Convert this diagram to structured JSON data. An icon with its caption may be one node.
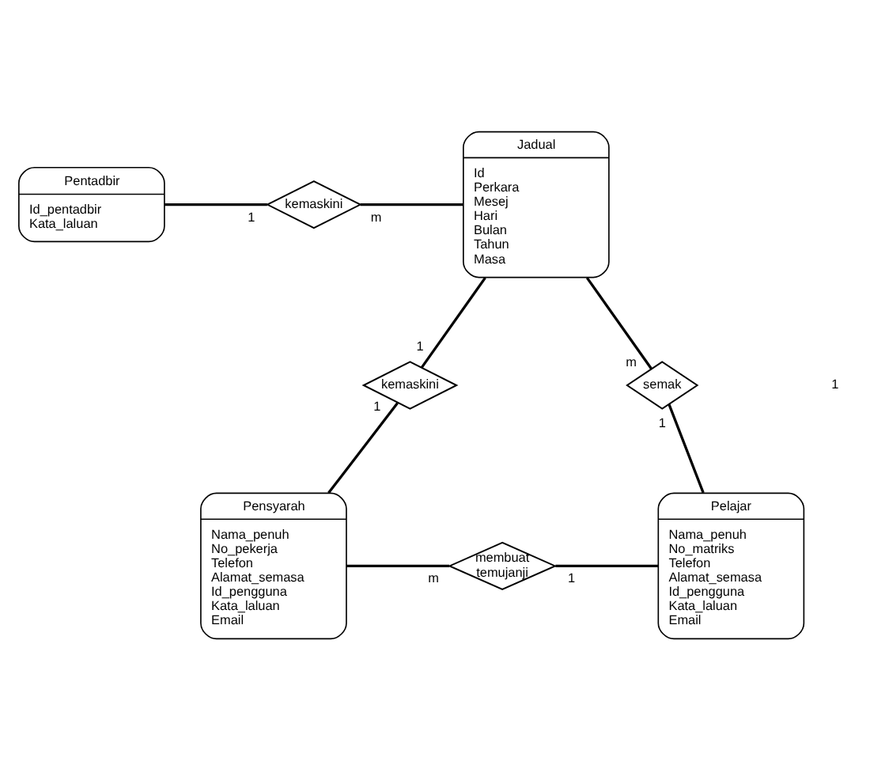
{
  "diagram": {
    "nodes": [
      {
        "text": [
          "Pentadbir",
          "Id_pentadbir",
          "Kata_laluan"
        ]
      },
      {
        "text": [
          "kemaskini"
        ]
      },
      {
        "text": [
          "Jadual",
          "Id",
          "Perkara",
          "Mesej",
          "Hari",
          "Bulan",
          "Tahun",
          "Masa"
        ]
      },
      {
        "text": [
          "kemaskini"
        ]
      },
      {
        "text": [
          "semak"
        ]
      },
      {
        "text": [
          "Pensyarah",
          "Nama_penuh",
          "No_pekerja",
          "Telefon",
          "Alamat_semasa",
          "Id_pengguna",
          "Kata_laluan",
          "Email"
        ]
      },
      {
        "text": [
          "membuat temujanji"
        ]
      },
      {
        "text": [
          "Pelajar",
          "Nama_penuh",
          "No_matriks",
          "Telefon",
          "Alamat_semasa",
          "Id_pengguna",
          "Kata_laluan",
          "Email"
        ]
      }
    ],
    "edges": [
      {
        "from": 0,
        "to": 1,
        "arrow": "none",
        "label": "1"
      },
      {
        "from": 1,
        "to": 2,
        "arrow": "none",
        "label": "m"
      },
      {
        "from": 2,
        "to": 3,
        "arrow": "none",
        "label": "1"
      },
      {
        "from": 3,
        "to": 5,
        "arrow": "none",
        "label": "1"
      },
      {
        "from": 2,
        "to": 4,
        "arrow": "none",
        "label": "m"
      },
      {
        "from": 4,
        "to": 7,
        "arrow": "none",
        "label": "1"
      },
      {
        "from": 5,
        "to": 6,
        "arrow": "none",
        "label": "m"
      },
      {
        "from": 6,
        "to": 7,
        "arrow": "none",
        "label": "1"
      }
    ],
    "labels": [
      "1"
    ]
  }
}
